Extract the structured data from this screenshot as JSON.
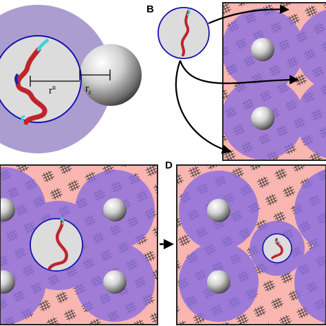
{
  "panels": {
    "b": {
      "label": "B"
    },
    "d": {
      "label": "D"
    }
  },
  "radius_labels": {
    "ru_base": "r",
    "ru_sup": "u",
    "rc_base": "r",
    "rc_sub": "c"
  },
  "colors": {
    "purple_disk": "#9b7fd8",
    "pale_purple": "#ab9dd0",
    "overlap_blue": "#6a55d8",
    "salmon_bg": "#f9b6b0",
    "frame": "#222222",
    "chain_red": "#c0242a",
    "chain_cyan": "#3fd3d8",
    "blob_blue": "#1d1fb0",
    "cell_gray": "#dcdcdc"
  }
}
